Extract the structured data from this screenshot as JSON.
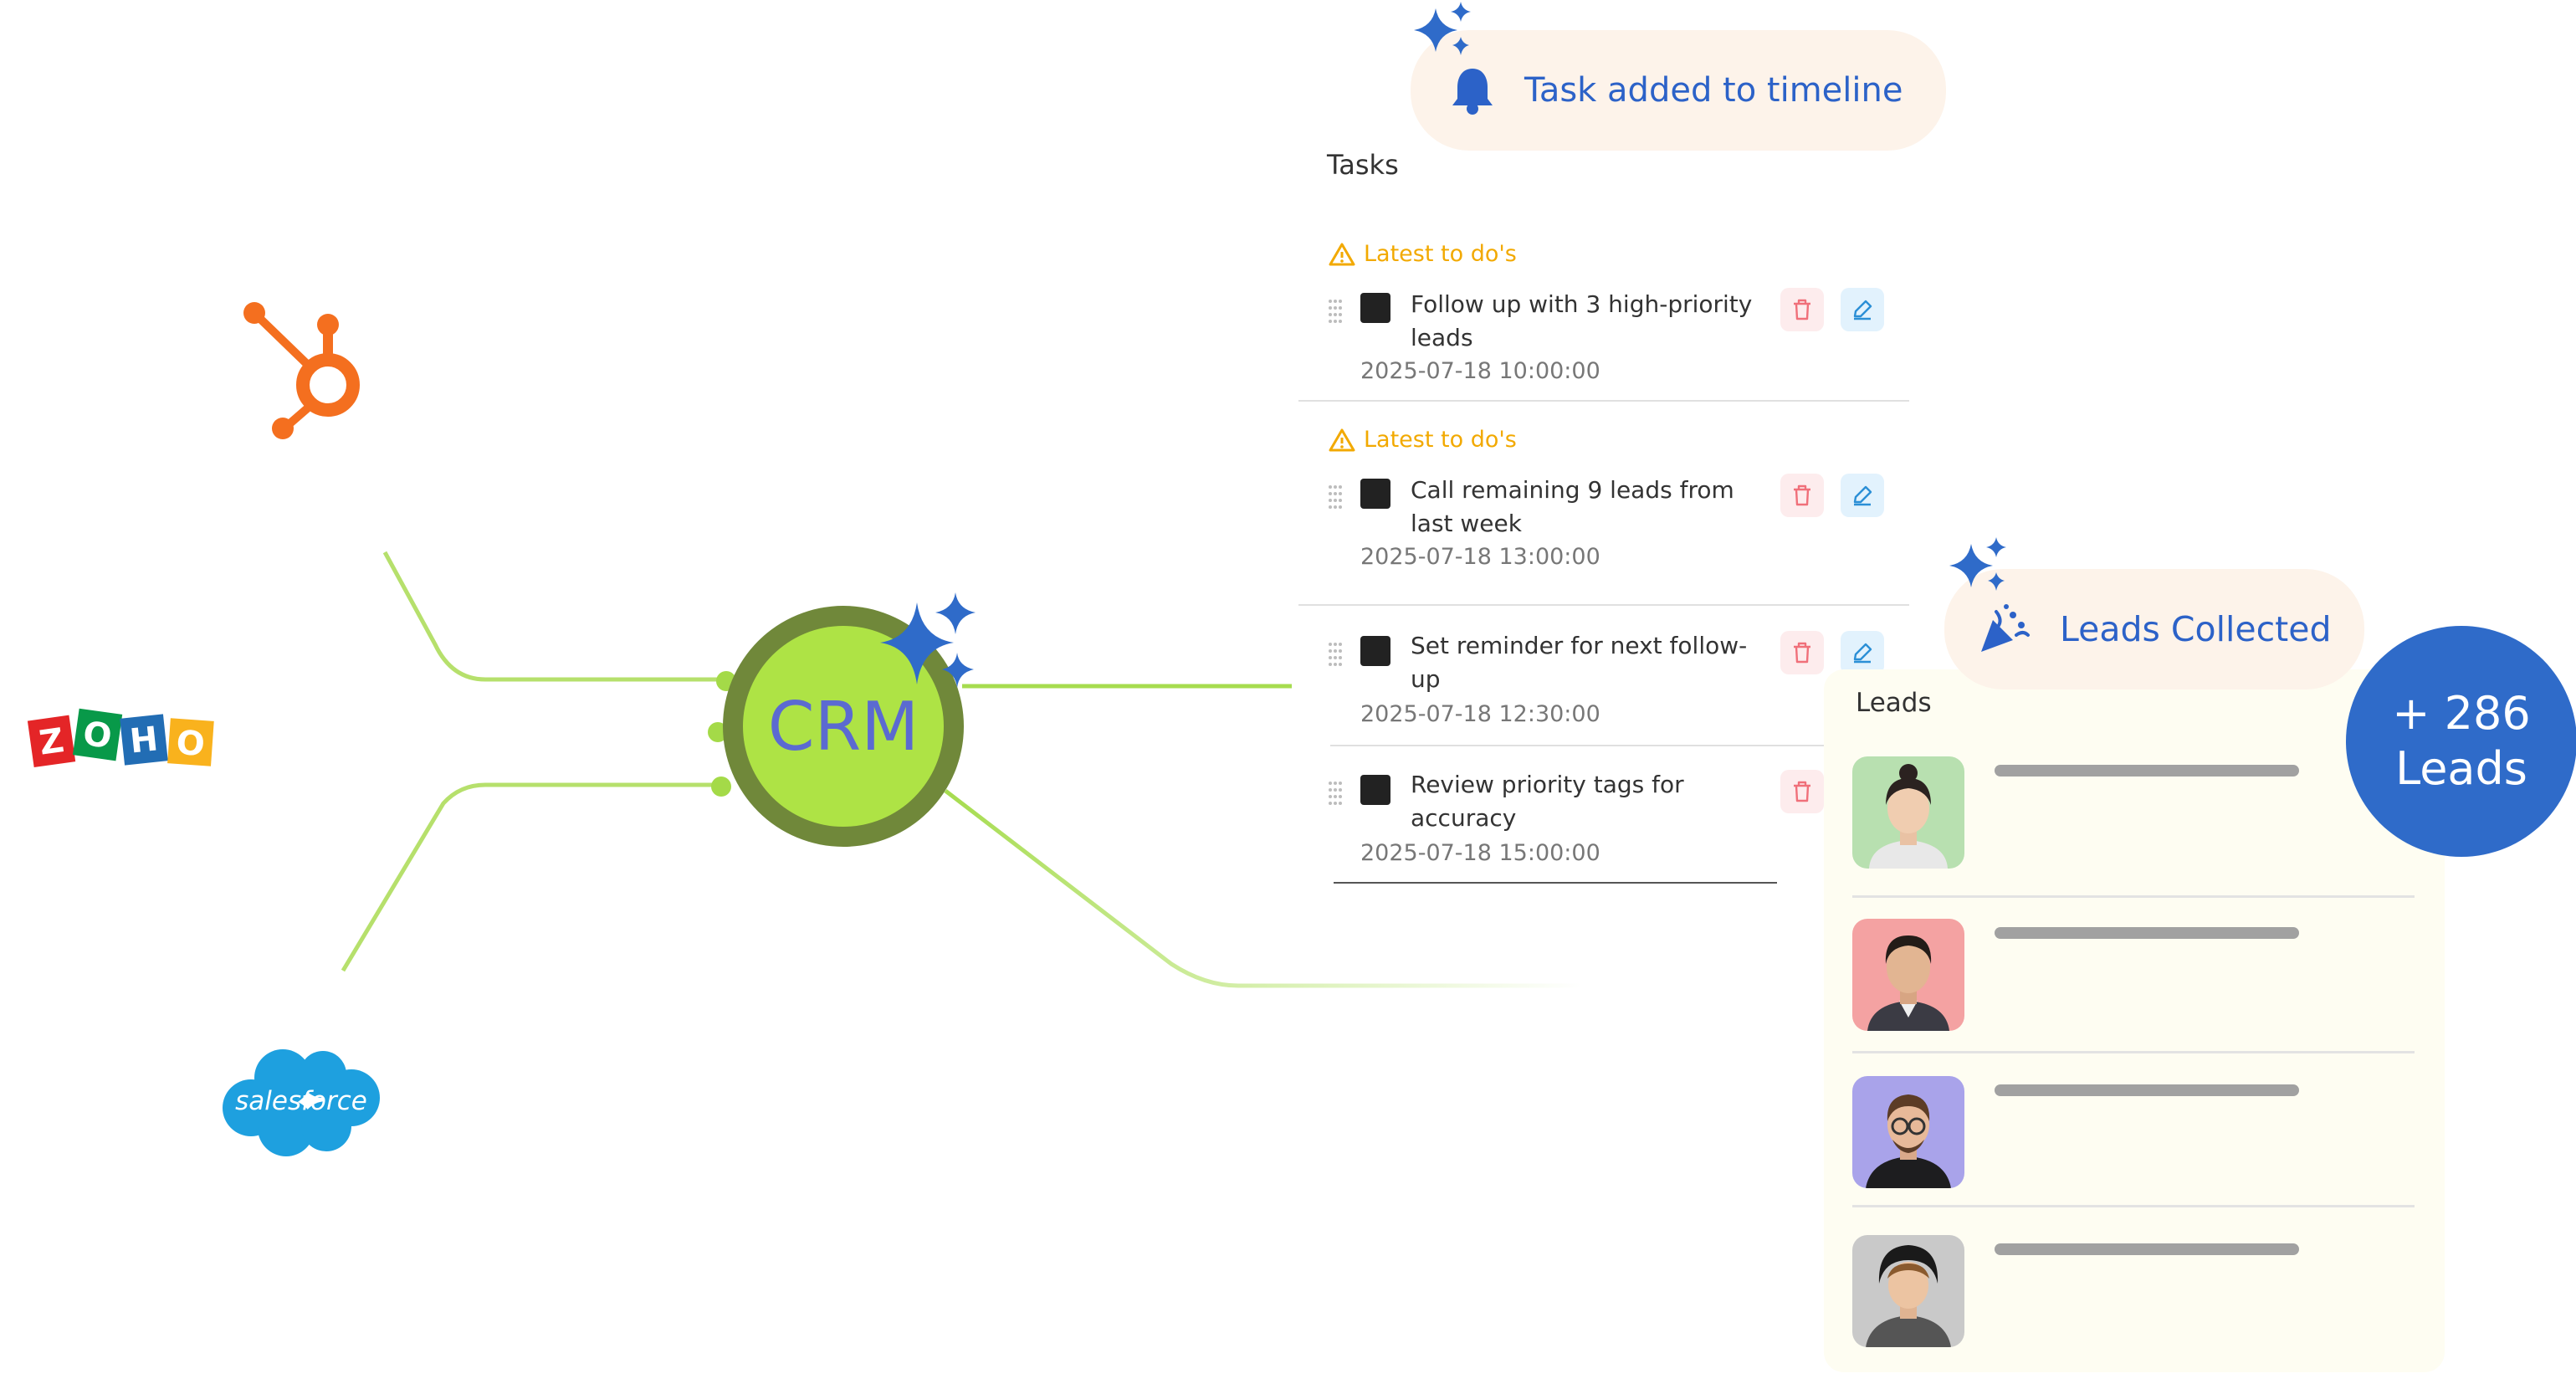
{
  "hub": {
    "label": "CRM"
  },
  "integrations": {
    "hubspot": {
      "icon": "hubspot-logo",
      "color": "#f46f1f"
    },
    "zoho": {
      "letters": [
        "Z",
        "O",
        "H",
        "O"
      ]
    },
    "salesforce": {
      "text": "salesforce",
      "color": "#1ea0df"
    }
  },
  "notifications": {
    "task": {
      "text": "Task added to timeline",
      "icon": "bell-icon"
    },
    "leads": {
      "text": "Leads Collected",
      "icon": "party-popper-icon"
    }
  },
  "tasks": {
    "title": "Tasks",
    "items": [
      {
        "warning": "Latest to do's",
        "text": "Follow up with 3 high-priority leads",
        "date": "2025-07-18 10:00:00"
      },
      {
        "warning": "Latest to do's",
        "text": "Call remaining 9 leads from last week",
        "date": "2025-07-18 13:00:00"
      },
      {
        "warning": "",
        "text": "Set reminder for next follow-up",
        "date": "2025-07-18 12:30:00"
      },
      {
        "warning": "",
        "text": "Review priority tags for accuracy",
        "date": "2025-07-18 15:00:00"
      }
    ]
  },
  "leads": {
    "title": "Leads",
    "count_line1": "+ 286",
    "count_line2": "Leads"
  },
  "colors": {
    "accent_blue": "#2f6bc9",
    "hub_green": "#aee345",
    "hub_ring": "#70883a",
    "warning": "#f2a900"
  }
}
